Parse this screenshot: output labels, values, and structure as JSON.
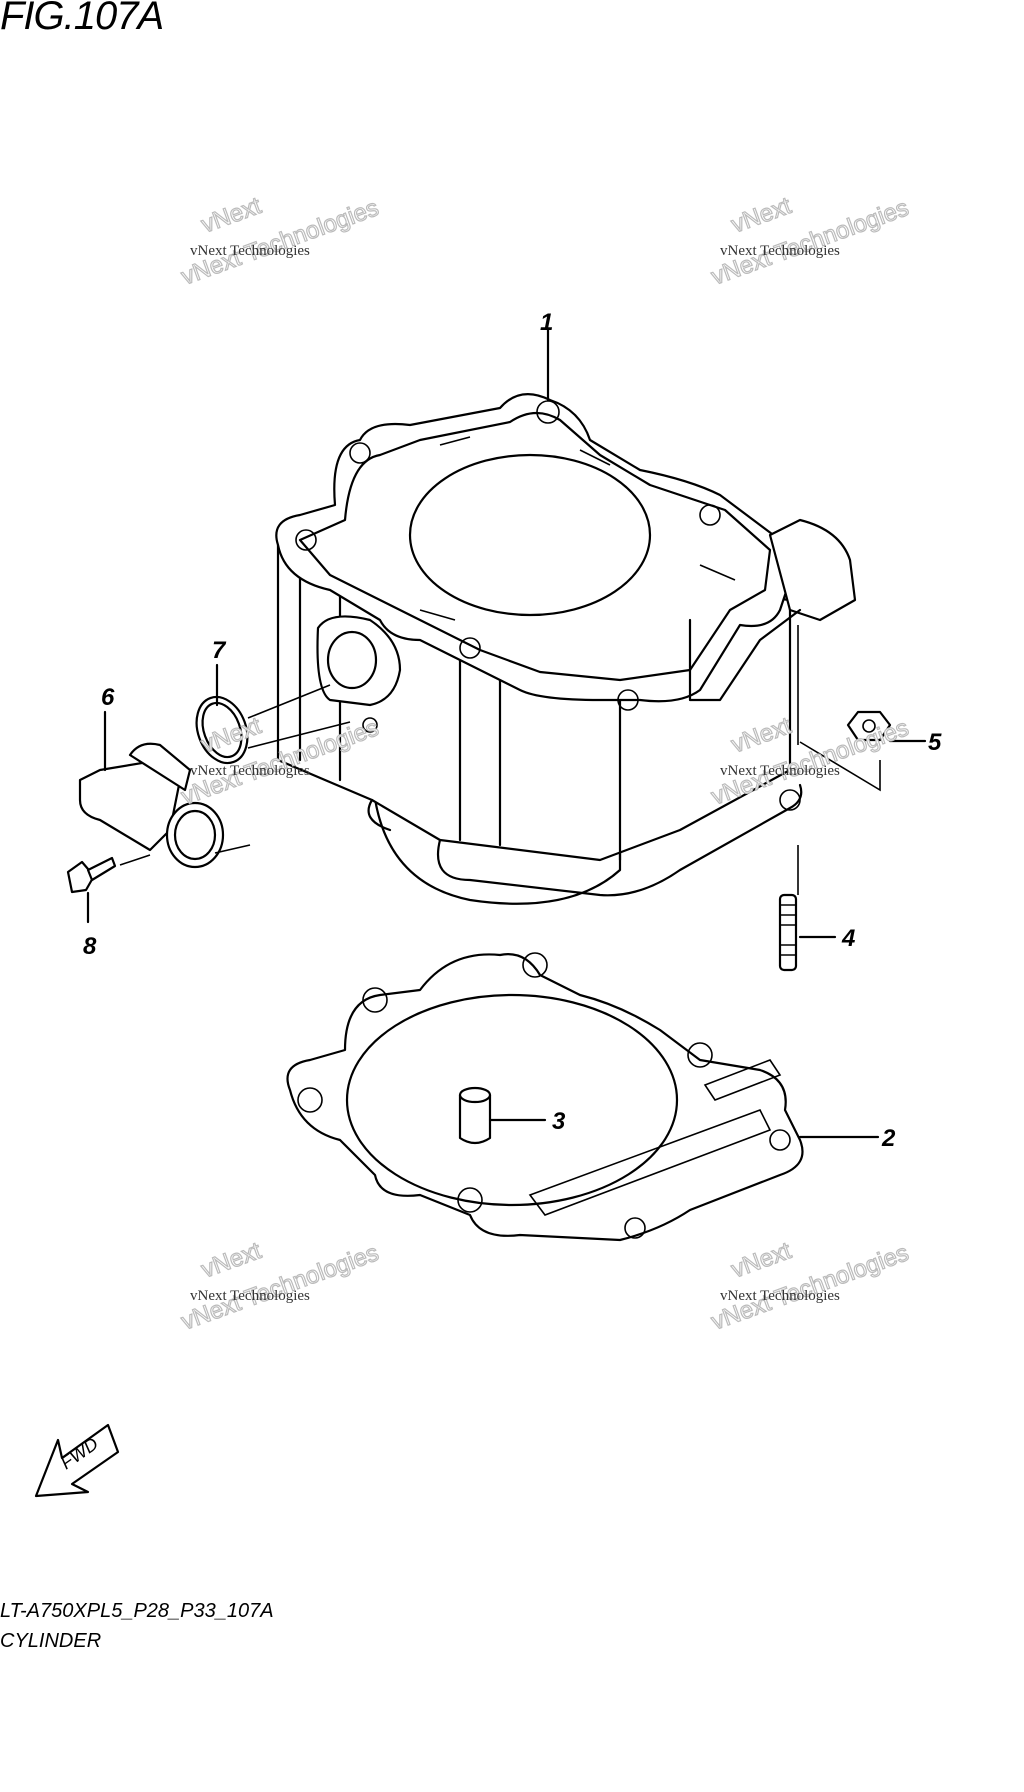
{
  "figure_title": "FIG.107A",
  "caption": {
    "code": "LT-A750XPL5_P28_P33_107A",
    "name": "CYLINDER"
  },
  "watermark": {
    "line1": "vNext Technologies",
    "line2": "Technologies",
    "line3": "vNext"
  },
  "fwd_label": "FWD",
  "callouts": [
    "1",
    "2",
    "3",
    "4",
    "5",
    "6",
    "7",
    "8"
  ]
}
